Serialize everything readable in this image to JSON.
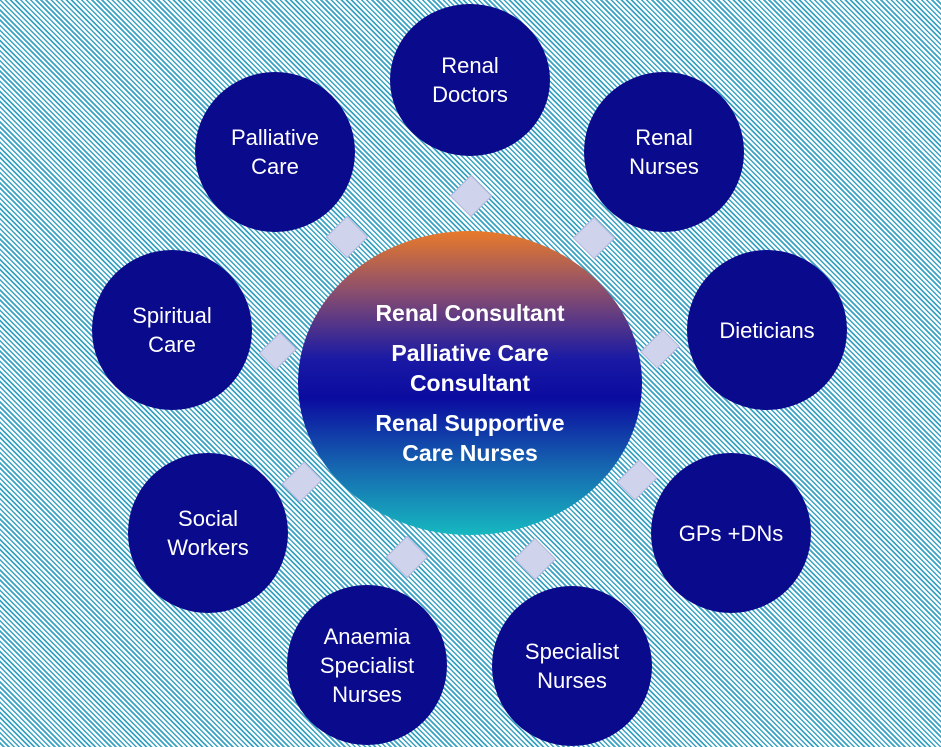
{
  "diagram": {
    "center": {
      "lines": [
        "Renal Consultant",
        "Palliative Care\nConsultant",
        "Renal Supportive\nCare Nurses"
      ]
    },
    "nodes": [
      {
        "id": "renal-doctors",
        "label": "Renal\nDoctors"
      },
      {
        "id": "renal-nurses",
        "label": "Renal\nNurses"
      },
      {
        "id": "dieticians",
        "label": "Dieticians"
      },
      {
        "id": "gps-dns",
        "label": "GPs +DNs"
      },
      {
        "id": "specialist-nurses",
        "label": "Specialist\nNurses"
      },
      {
        "id": "anaemia-specialist-nurses",
        "label": "Anaemia\nSpecialist\nNurses"
      },
      {
        "id": "social-workers",
        "label": "Social\nWorkers"
      },
      {
        "id": "spiritual-care",
        "label": "Spiritual\nCare"
      },
      {
        "id": "palliative-care",
        "label": "Palliative\nCare"
      }
    ],
    "colors": {
      "node_fill": "#0a0a8c",
      "connector": "#cfd3ec",
      "hub_top": "#e97a2a",
      "hub_middle": "#0b0ba0",
      "hub_bottom": "#16b8c0",
      "background_stripe": "#3aa3c4"
    }
  }
}
